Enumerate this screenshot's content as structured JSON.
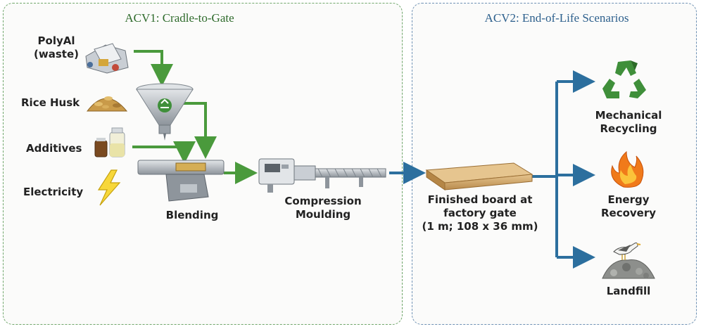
{
  "acv1": {
    "title": "ACV1: Cradle-to-Gate",
    "inputs": [
      {
        "line1": "PolyAl",
        "line2": "(waste)",
        "icon": "polyal-waste-icon"
      },
      {
        "line1": "Rice Husk",
        "icon": "rice-husk-icon"
      },
      {
        "line1": "Additives",
        "icon": "additives-bottles-icon"
      },
      {
        "line1": "Electricity",
        "icon": "lightning-icon"
      }
    ],
    "blending": "Blending",
    "moulding": {
      "line1": "Compression",
      "line2": "Moulding"
    }
  },
  "acv2": {
    "title": "ACV2: End-of-Life Scenarios",
    "board": {
      "line1": "Finished board at",
      "line2": "factory gate",
      "line3": "(1 m; 108 x 36 mm)"
    },
    "scenarios": [
      {
        "line1": "Mechanical",
        "line2": "Recycling",
        "icon": "recycle-icon"
      },
      {
        "line1": "Energy",
        "line2": "Recovery",
        "icon": "flame-icon"
      },
      {
        "line1": "Landfill",
        "icon": "seagull-landfill-icon"
      }
    ]
  },
  "colors": {
    "acv1_accent": "#4a9a3c",
    "acv2_accent": "#2c6f9e",
    "recycle": "#3f8f3a",
    "flame": "#f07a1a"
  }
}
